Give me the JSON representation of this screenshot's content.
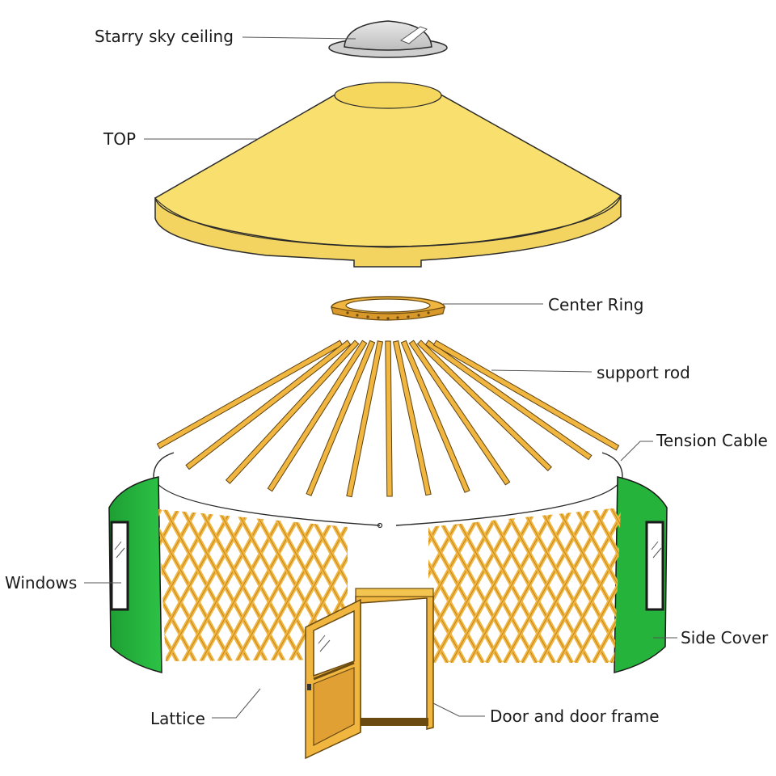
{
  "labels": {
    "starry_sky_ceiling": "Starry sky ceiling",
    "top": "TOP",
    "center_ring": "Center Ring",
    "support_rod": "support rod",
    "tension_cable": "Tension Cable",
    "windows": "Windows",
    "side_cover": "Side Cover",
    "lattice": "Lattice",
    "door_and_frame": "Door and door frame"
  },
  "colors": {
    "top_fabric": "#f7de6b",
    "top_band": "#f4d661",
    "wood": "#f0b640",
    "wood_dark": "#b97c1c",
    "side_cover": "#23b13a",
    "ceiling": "#d6d6d6",
    "leader_line": "#555555",
    "outline": "#2a2a2a"
  }
}
